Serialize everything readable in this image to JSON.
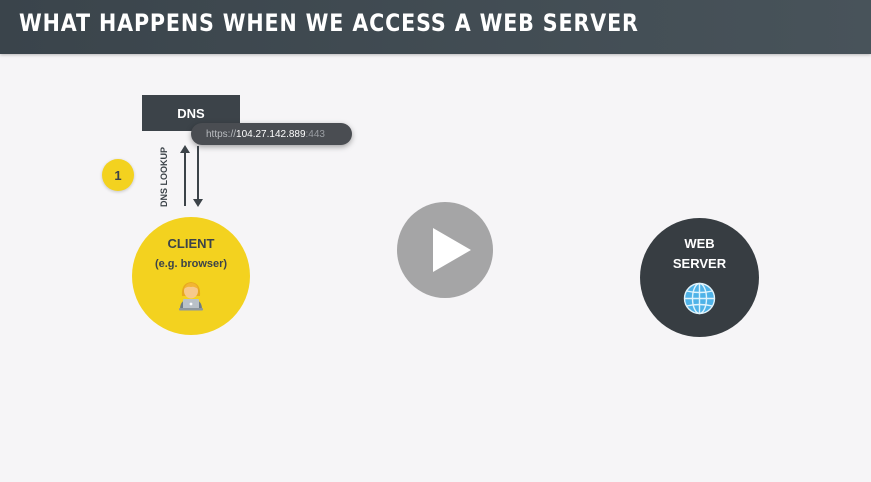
{
  "header": {
    "title": "What happens when we access a web server"
  },
  "diagram": {
    "dns_label": "DNS",
    "url": {
      "scheme": "https://",
      "ip": "104.27.142.889",
      "port": ":443"
    },
    "dns_lookup_label": "DNS LOOKUP",
    "step_number": "1",
    "client": {
      "title": "CLIENT",
      "subtitle": "(e.g. browser)",
      "icon": "person-at-laptop-icon"
    },
    "server": {
      "title_line1": "WEB",
      "title_line2": "SERVER",
      "icon": "globe-icon"
    }
  },
  "player": {
    "play_icon": "play-icon"
  },
  "colors": {
    "header_bg": "#3a444b",
    "accent_yellow": "#f3d21f",
    "dark_node": "#373d42",
    "background": "#f6f5f7"
  }
}
